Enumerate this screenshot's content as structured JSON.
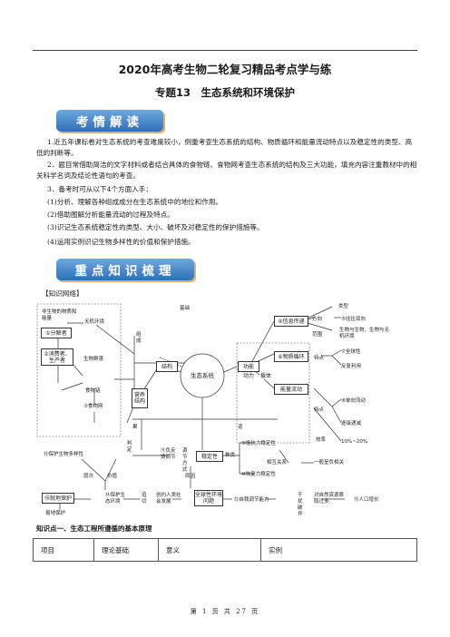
{
  "header": {
    "title": "2020年高考生物二轮复习精品考点学与练",
    "subtitle": "专题13　生态系统和环境保护"
  },
  "banner1": "考情解读",
  "banner2": "重点知识梳理",
  "intro": {
    "p1": "1.近五年课标卷对生态系统的考查难度较小，侧重考查生态系统的结构、物质循环和能量流动特点以及稳定性的类型、高低的判断等。",
    "p2": "2．题目常借助简洁的文字材料或者结合具体的食物链、食物网考查生态系统的结构及三大功能，填充内容注重教材中的相关科学名词及结论性语句的考查。",
    "p3": "3．备考时可从以下4个方面入手：",
    "p4": "(1)分析、理解各种组成成分在生态系统中的地位和作用。",
    "p5": "(2)借助图解分析能量流动的过程及特点。",
    "p6": "(3)识记生态系统稳定性的类型、大小、破坏及对稳定性的保护措施等。",
    "p7": "(4)运用实例识记生物多样性的价值和保护措施。"
  },
  "network_label": "【知识网络】",
  "map": {
    "n_feisheng": "非生物的物质和能量",
    "n_wujihuanjing": "无机环境",
    "n_fenjiezhe": "①分解者",
    "n_xiaofeizhe": "②消费者、生产者",
    "n_shengwuqunluo": "生物群落",
    "n_shiwulian": "食物链",
    "n_shiwuwang": "③食物网",
    "n_yingyang": "营养结构",
    "n_zucheng": "组成",
    "n_jichu": "基础",
    "n_jiegou": "结构",
    "n_center": "生态系统",
    "n_gongneng": "功能",
    "n_xinxi": "④信息传递",
    "n_leixing": "类型",
    "n_fangxiang": "方向",
    "n_wangfan": "⑤往往双向",
    "n_fanwei": "范围",
    "n_fanwei_val": "生物与生物、生物与无机环境",
    "n_wuzhi": "⑥物质循环",
    "n_dongli": "动力",
    "n_zaiti": "载体",
    "n_tedian": "特点",
    "n_quanqiu": "⑦全球性",
    "n_fanfu": "反复利用",
    "n_nengliang": "能量流动",
    "n_tedian2": "特点",
    "n_danxiang": "⑧单向流动",
    "n_dijian": "逐级递减",
    "n_xiaolv": "效率",
    "n_xiaolv_val": "10%~20%",
    "n_guo": "果",
    "n_dao": "道",
    "n_baohu": "⑮保护生物多样性",
    "n_panding": "判定",
    "n_fankui": "⑪负反馈调节",
    "n_tiaojie": "调节方式",
    "n_wending": "稳定性",
    "n_zhonglei": "种类",
    "n_kangdi": "⑨抵抗力稳定性",
    "n_xiangfan": "相互关系",
    "n_yiban": "一般呈负相关",
    "n_huifu": "⑩恢复力稳定性",
    "n_cengci": "层次",
    "n_jiazhi": "价值",
    "n_yuanyin": "原因",
    "n_jiudi": "⑯就地保护",
    "n_yidi": "易地保护",
    "n_chixu": "⑭保护生态环境",
    "n_zhiqie": "迫切",
    "n_chuangzao": "创约人类社会发展",
    "n_quanqiu2": "全球性环境问题",
    "n_ziwo": "⑫自我调节能力",
    "n_ganrao": "干扰破坏",
    "n_duiziran": "对自然资源索取过多",
    "n_renkou": "⑬人口增长"
  },
  "kp_title": "知识点一、生态工程所遵循的基本原理",
  "table_headers": [
    "项目",
    "理论基础",
    "意义",
    "实例"
  ],
  "footer": "第 1 页 共 27 页"
}
